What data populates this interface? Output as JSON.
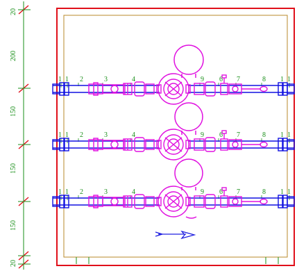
{
  "colors": {
    "frame": "#e0101a",
    "inner_frame": "#b8882a",
    "pipe": "#1010e0",
    "fitting": "#e010e0",
    "dimension": "#1a8f1a",
    "tick": "#e0101a"
  },
  "dimensions": [
    "20",
    "200",
    "150",
    "150",
    "150",
    "20"
  ],
  "rows": [
    {
      "labels": [
        "1",
        "1",
        "2",
        "3",
        "4",
        "9",
        "6",
        "7",
        "8",
        "1",
        "1"
      ]
    },
    {
      "labels": [
        "1",
        "1",
        "2",
        "3",
        "4",
        "9",
        "6",
        "7",
        "8",
        "1",
        "1"
      ]
    },
    {
      "labels": [
        "1",
        "1",
        "2",
        "3",
        "4",
        "9",
        "6",
        "7",
        "8",
        "1",
        "1"
      ]
    }
  ],
  "flow_arrow_icon": "arrow-right-icon"
}
